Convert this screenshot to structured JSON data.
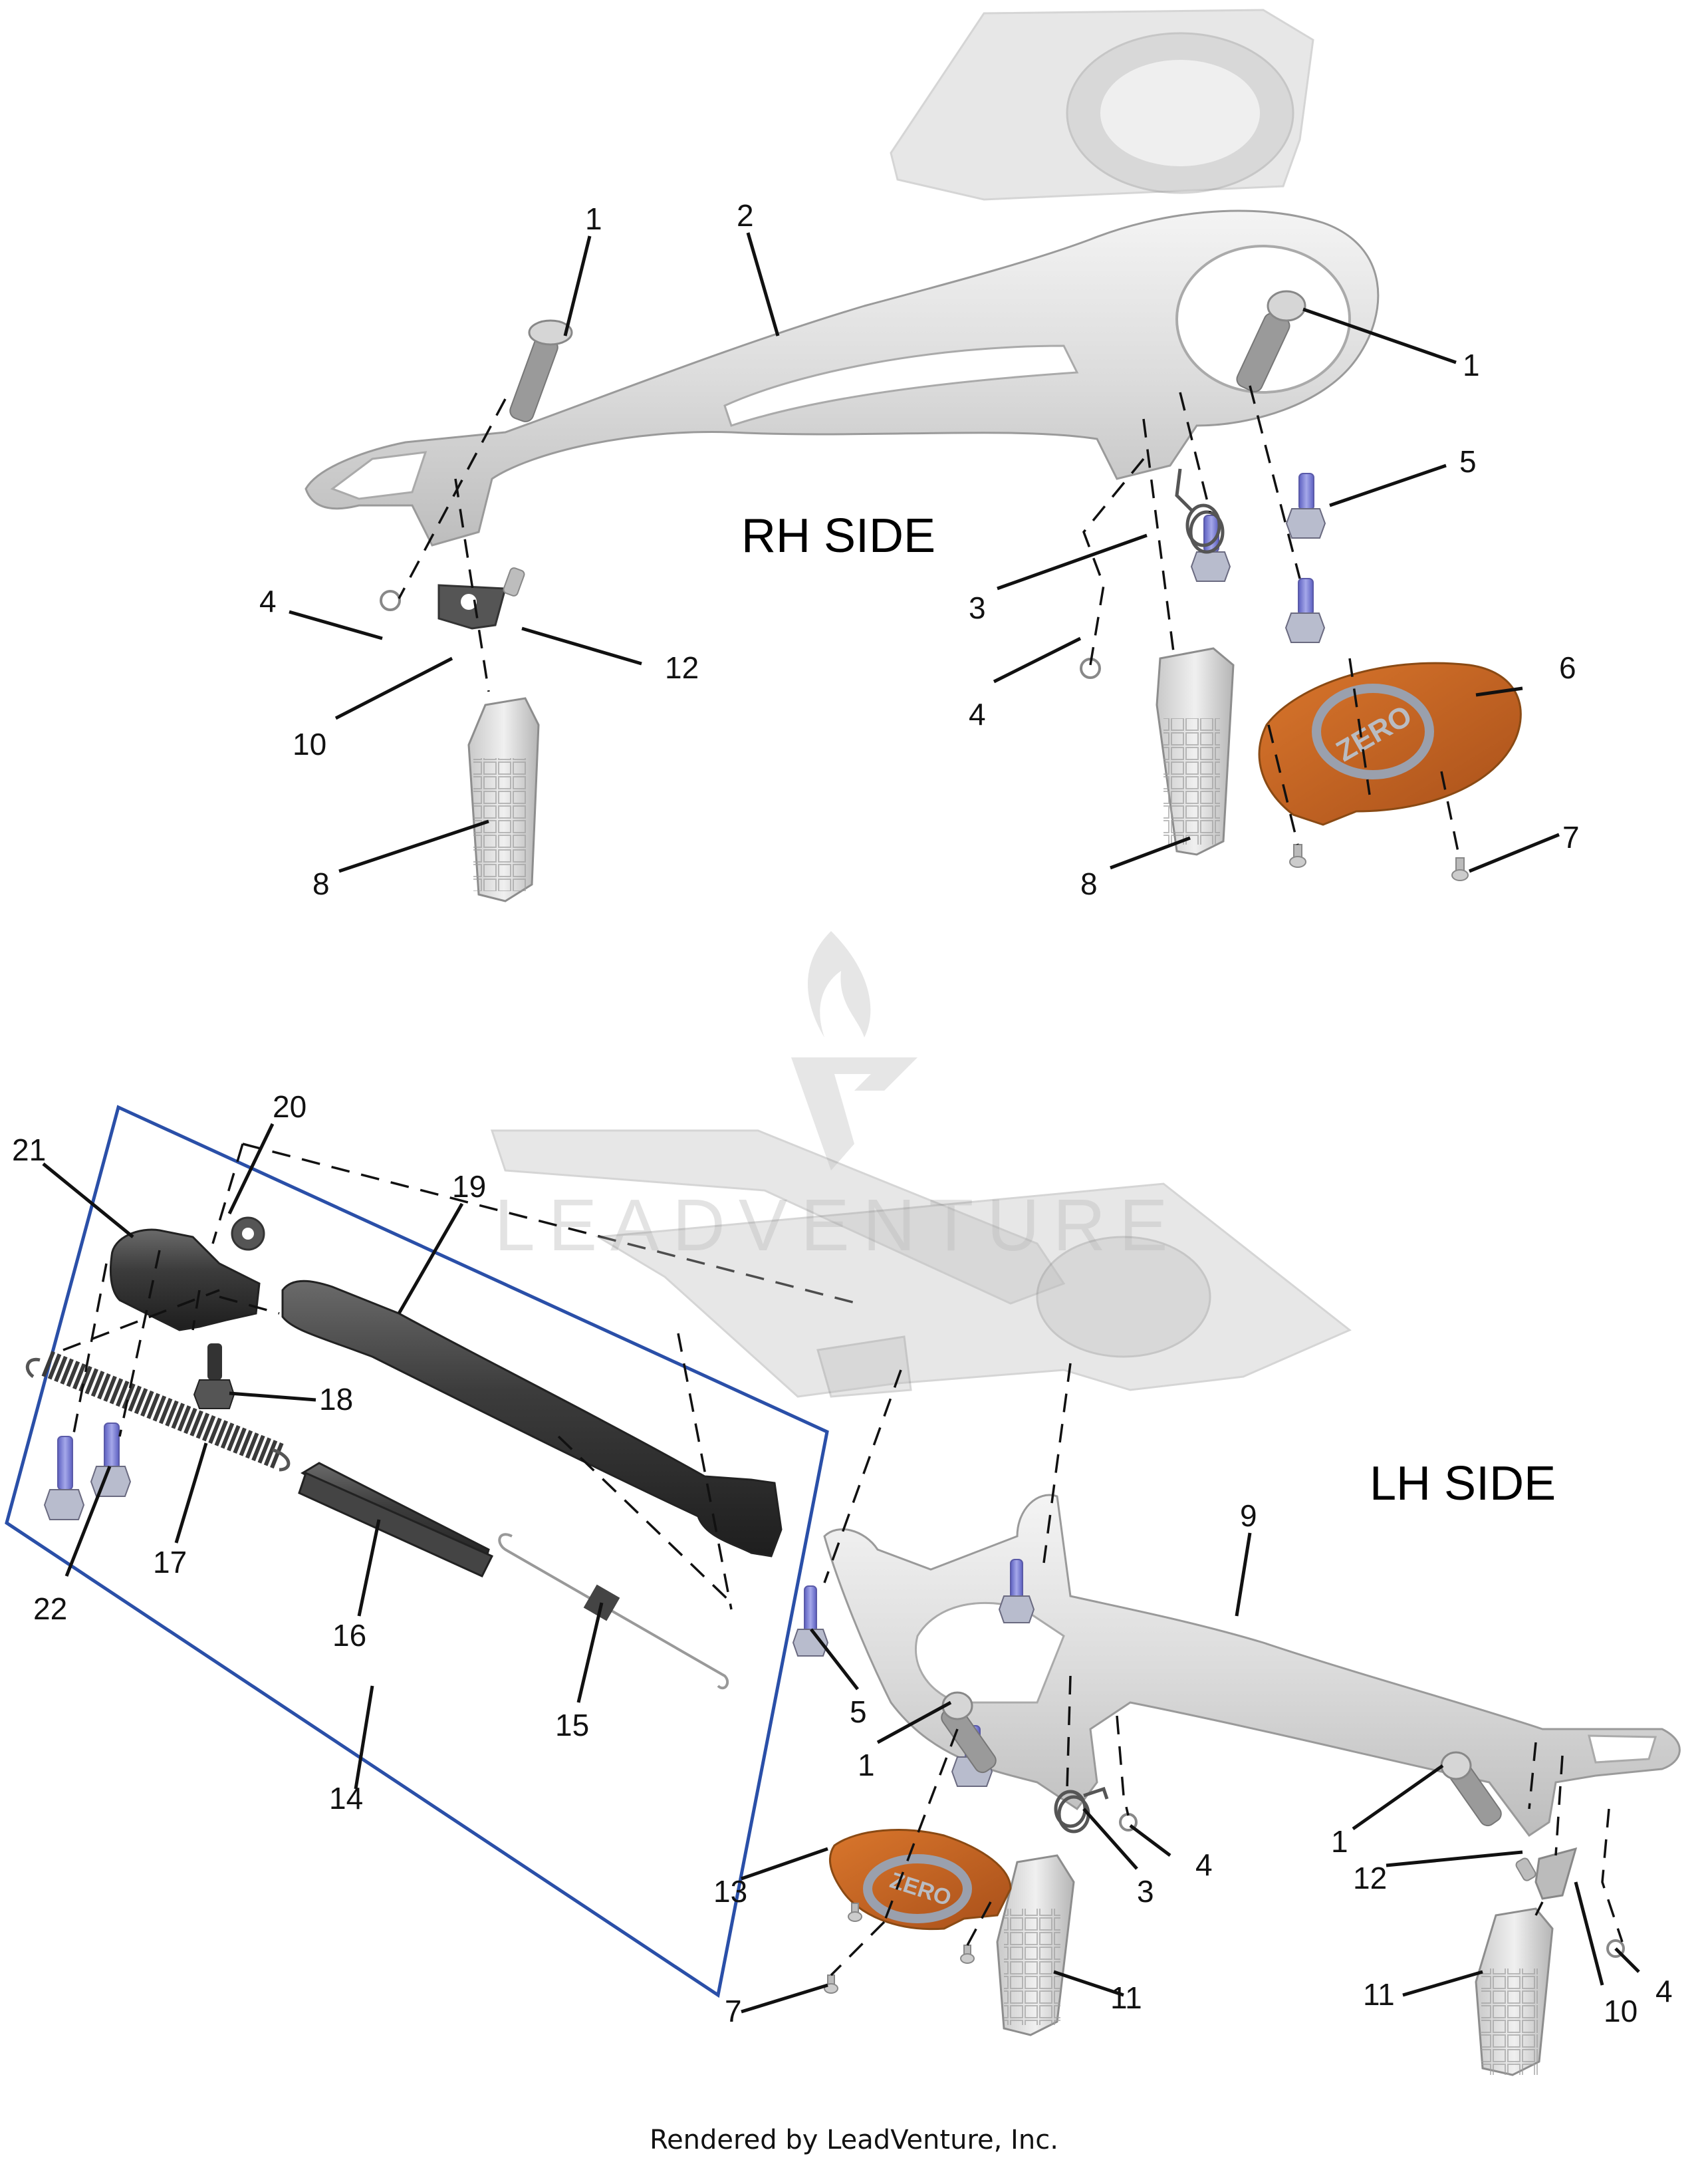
{
  "diagram": {
    "sections": {
      "rh_side": "RH SIDE",
      "lh_side": "LH SIDE"
    },
    "watermark": {
      "brand": "LEADVENTURE",
      "icon": "flame-v-logo-icon"
    },
    "footer": "Rendered by LeadVenture, Inc.",
    "cover_logo_text": "ZERO",
    "colors": {
      "kit_outline": "#2a4fa8",
      "cover_orange": "#c8631e",
      "bolt_blue": "#7b7fd0"
    },
    "callouts": {
      "rh": {
        "c1a": "1",
        "c2": "2",
        "c1b": "1",
        "c5": "5",
        "c3": "3",
        "c4a": "4",
        "c12": "12",
        "c10": "10",
        "c8a": "8",
        "c4b": "4",
        "c6": "6",
        "c7": "7",
        "c8b": "8"
      },
      "kit": {
        "c21": "21",
        "c20": "20",
        "c19": "19",
        "c18": "18",
        "c17": "17",
        "c22": "22",
        "c16": "16",
        "c15": "15",
        "c14": "14"
      },
      "lh": {
        "c9": "9",
        "c5": "5",
        "c1a": "1",
        "c1b": "1",
        "c3": "3",
        "c4a": "4",
        "c12": "12",
        "c10": "10",
        "c4b": "4",
        "c13": "13",
        "c7": "7",
        "c11a": "11",
        "c11b": "11"
      }
    }
  }
}
